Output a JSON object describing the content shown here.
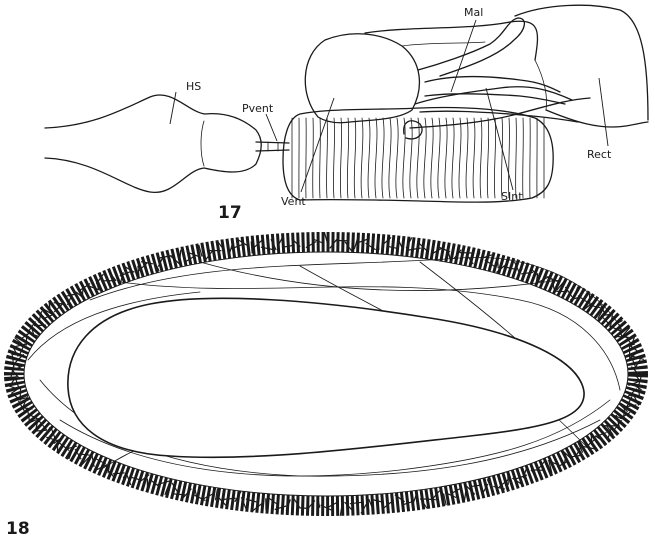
{
  "figure_17": {
    "number": "17",
    "labels": {
      "hs": "HS",
      "pvent": "Pvent",
      "vent": "Vent",
      "mal": "Mal",
      "sint": "SInt",
      "rect": "Rect"
    }
  },
  "figure_18": {
    "number": "18"
  },
  "colors": {
    "ink": "#1a1a1a",
    "paper": "#ffffff"
  }
}
